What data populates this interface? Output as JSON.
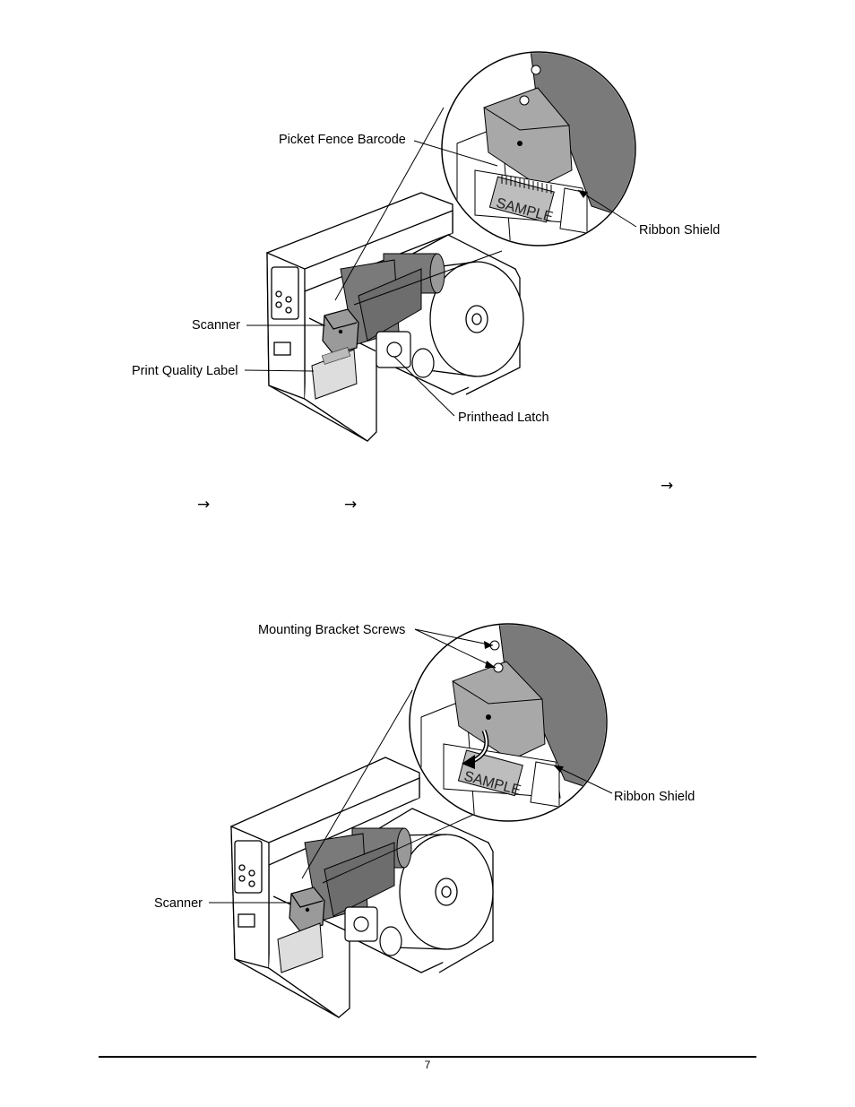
{
  "figure1": {
    "labels": {
      "picket_fence_barcode": "Picket Fence Barcode",
      "ribbon_shield": "Ribbon Shield",
      "scanner": "Scanner",
      "print_quality_label": "Print Quality Label",
      "printhead_latch": "Printhead Latch"
    },
    "sample_text": "SAMPLE"
  },
  "body_arrows": [
    "→",
    "→",
    "→"
  ],
  "figure2": {
    "labels": {
      "mounting_bracket_screws": "Mounting Bracket Screws",
      "ribbon_shield": "Ribbon Shield",
      "scanner": "Scanner"
    },
    "sample_text": "SAMPLE"
  },
  "footer": {
    "page_number": "7"
  },
  "colors": {
    "ribbon_gray": "#7a7a7a",
    "body_outline": "#000000",
    "label_fill": "#bdbdbd"
  }
}
